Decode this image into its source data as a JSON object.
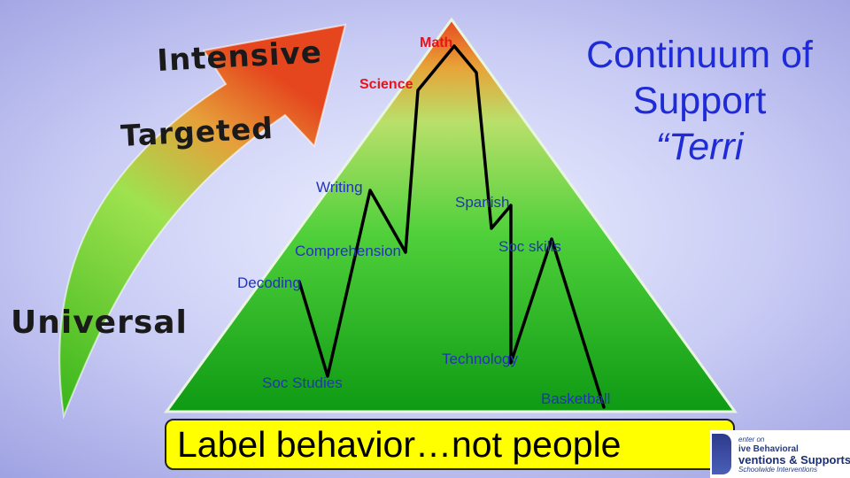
{
  "tiers": {
    "intensive": "Intensive",
    "targeted": "Targeted",
    "universal": "Universal"
  },
  "title": {
    "line1": "Continuum of",
    "line2": "Support",
    "line3": "“Terri"
  },
  "skills": {
    "math": "Math",
    "science": "Science",
    "writing": "Writing",
    "spanish": "Spanish",
    "comprehension": "Comprehension",
    "soc_skills": "Soc skills",
    "decoding": "Decoding",
    "technology": "Technology",
    "soc_studies": "Soc Studies",
    "basketball": "Basketball"
  },
  "banner": {
    "text": "Label behavior…not people"
  },
  "logo": {
    "line1": "enter on",
    "line2": "ive Behavioral",
    "line3": "ventions & Supports",
    "line4": "Schoolwide Interventions"
  },
  "colors": {
    "title_blue": "#1f2bd6",
    "skill_red": "#e8141b",
    "skill_blue": "#2433b8",
    "banner_yellow": "#ffff00"
  }
}
